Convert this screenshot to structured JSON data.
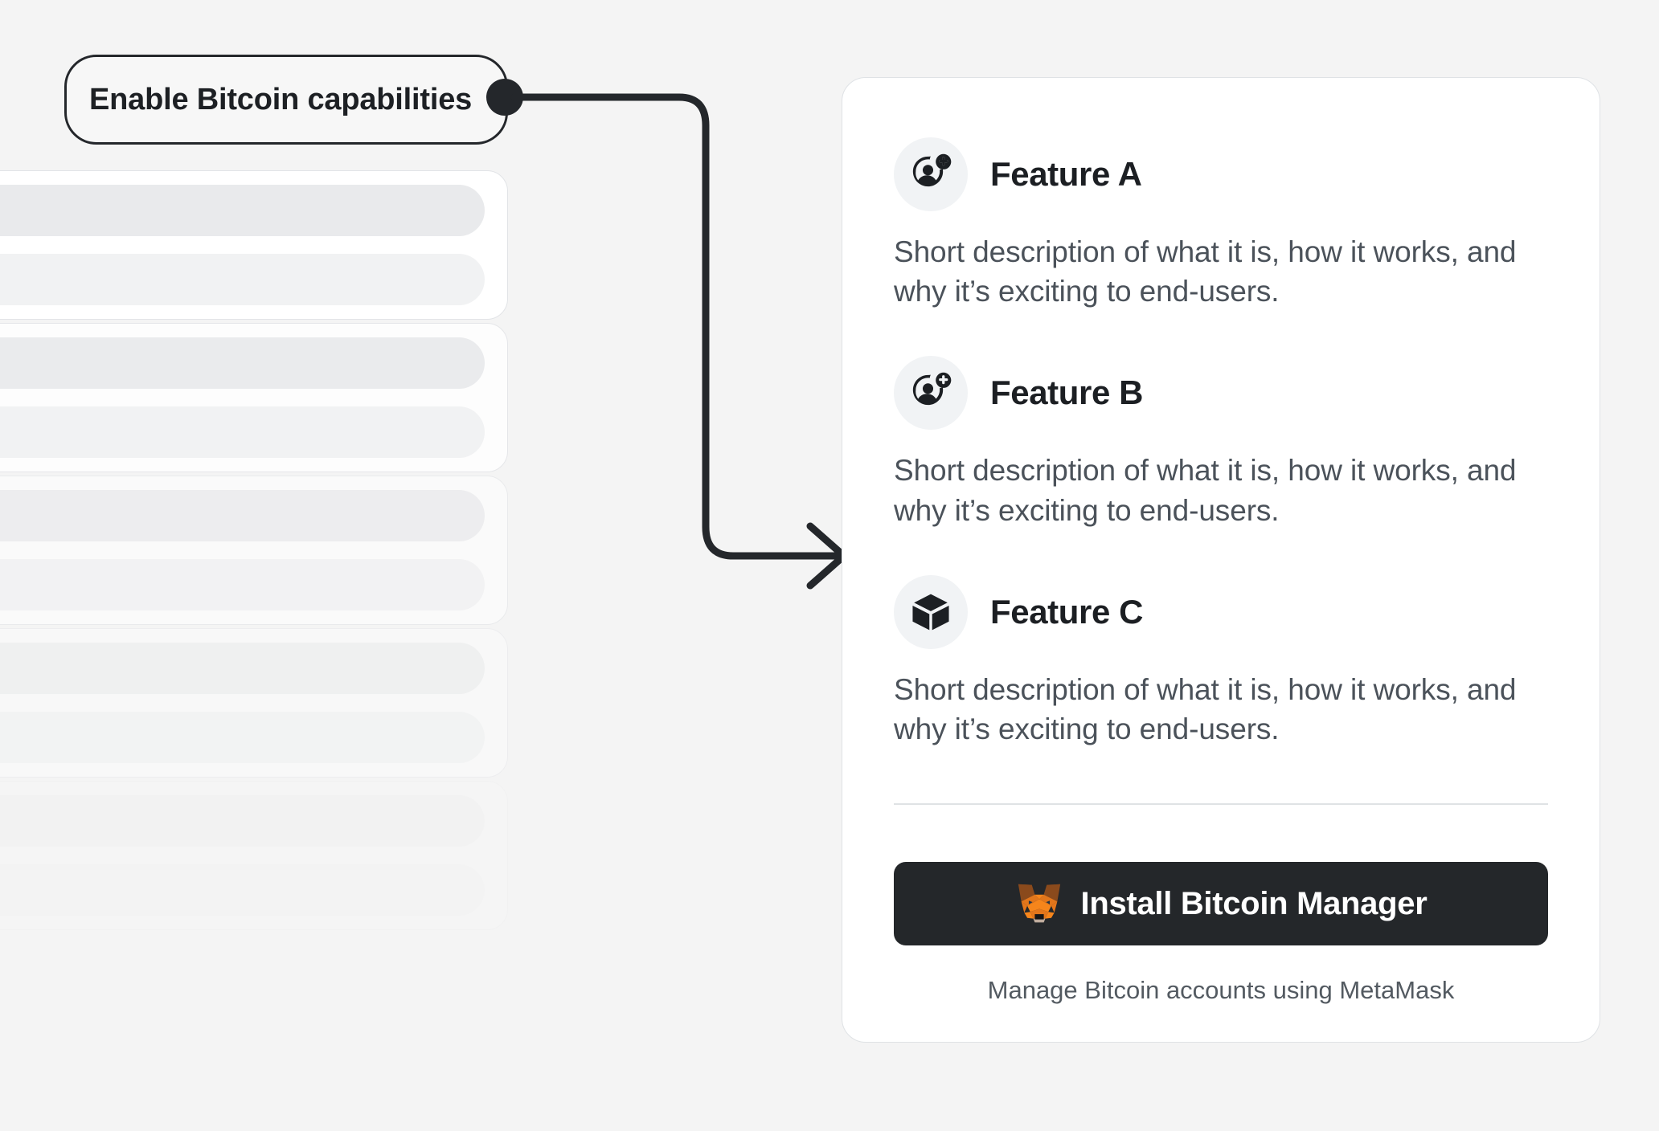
{
  "theme": {
    "background": "#f4f4f4",
    "card_background": "#ffffff",
    "card_border": "#dfe2e5",
    "text_primary": "#1c1f23",
    "text_secondary": "#4b525a",
    "text_caption": "#535a61",
    "button_background": "#24272a",
    "button_text": "#ffffff",
    "connector_stroke": "#24272b",
    "icon_badge_background": "#f1f3f5",
    "skeleton_bar_primary": "#e9eaec",
    "skeleton_bar_secondary": "#f1f2f3",
    "metamask_orange": "#e2761b",
    "metamask_dark_orange": "#763d16",
    "metamask_light_orange": "#f6851b",
    "metamask_cream": "#c0ad9e"
  },
  "callout": {
    "label": "Enable Bitcoin capabilities"
  },
  "connector": {
    "icon": "curved-arrow-right-icon"
  },
  "skeleton": {
    "cards": [
      {
        "opacity": 1.0
      },
      {
        "opacity": 0.82
      },
      {
        "opacity": 0.6
      },
      {
        "opacity": 0.38
      },
      {
        "opacity": 0.16
      }
    ]
  },
  "card": {
    "features": [
      {
        "title": "Feature A",
        "description": "Short description of what it is, how it works, and why it’s exciting to end-users.",
        "icon": "user-plus-icon"
      },
      {
        "title": "Feature B",
        "description": "Short description of what it is, how it works, and why it’s exciting to end-users.",
        "icon": "user-plus-icon"
      },
      {
        "title": "Feature C",
        "description": "Short description of what it is, how it works, and why it’s exciting to end-users.",
        "icon": "cube-icon"
      }
    ],
    "footer": {
      "install_label": "Install Bitcoin Manager",
      "install_icon": "metamask-fox-icon",
      "caption": "Manage Bitcoin accounts using MetaMask"
    }
  }
}
